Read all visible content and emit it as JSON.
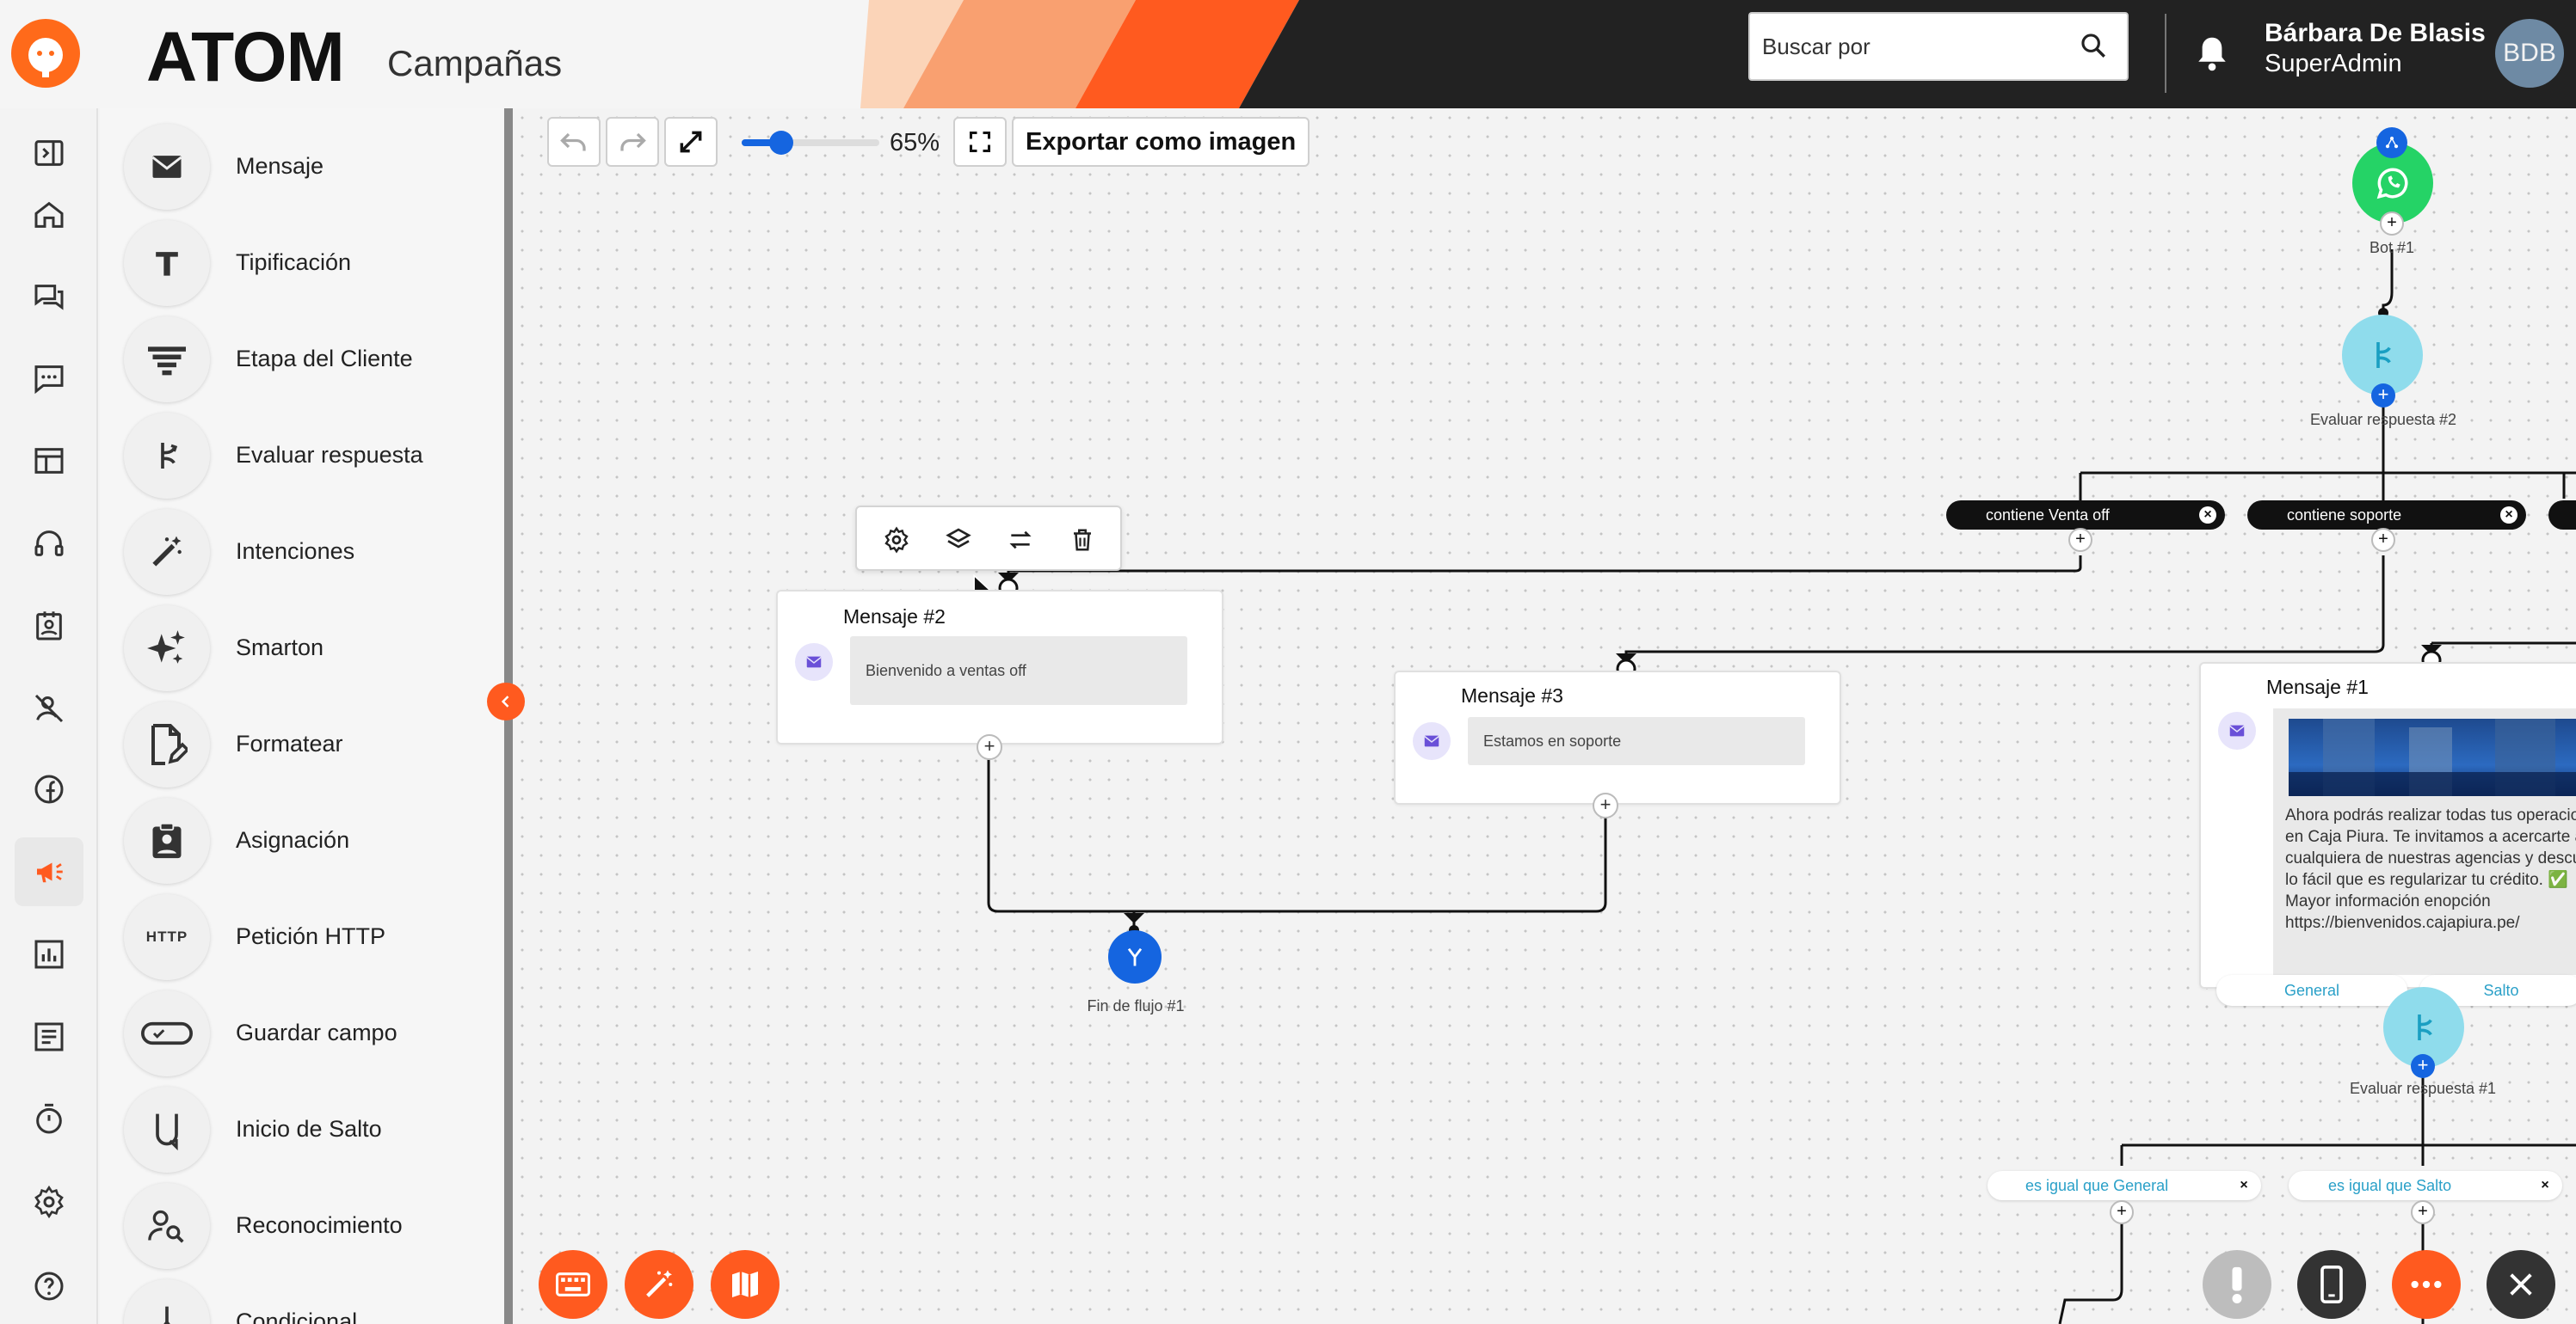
{
  "header": {
    "brand": "ATOM",
    "title": "Campañas",
    "search_placeholder": "Buscar por",
    "user_name": "Bárbara De Blasis",
    "user_role": "SuperAdmin",
    "avatar_initials": "BDB"
  },
  "nav": {
    "icons": [
      "sidebar-toggle-icon",
      "home-icon",
      "chat-icon",
      "message-dots-icon",
      "table-icon",
      "headset-icon",
      "contact-card-icon",
      "user-off-icon",
      "facebook-icon",
      "megaphone-icon",
      "bar-chart-icon",
      "form-list-icon",
      "timer-icon",
      "gear-icon",
      "help-icon"
    ],
    "active_color": "#ff5a1f"
  },
  "palette": {
    "items": [
      {
        "label": "Mensaje",
        "icon": "envelope-icon"
      },
      {
        "label": "Tipificación",
        "icon": "letter-t-icon"
      },
      {
        "label": "Etapa del Cliente",
        "icon": "funnel-icon"
      },
      {
        "label": "Evaluar respuesta",
        "icon": "branch-icon"
      },
      {
        "label": "Intenciones",
        "icon": "magic-wand-icon"
      },
      {
        "label": "Smarton",
        "icon": "sparkles-icon"
      },
      {
        "label": "Formatear",
        "icon": "document-edit-icon"
      },
      {
        "label": "Asignación",
        "icon": "clipboard-user-icon"
      },
      {
        "label": "Petición HTTP",
        "icon": "http-icon"
      },
      {
        "label": "Guardar campo",
        "icon": "toggle-field-icon"
      },
      {
        "label": "Inicio de Salto",
        "icon": "jump-icon"
      },
      {
        "label": "Reconocimiento",
        "icon": "user-search-icon"
      },
      {
        "label": "Condicional",
        "icon": "conditional-icon"
      }
    ]
  },
  "toolbar": {
    "zoom_percent": 65,
    "zoom_label": "65%",
    "export_label": "Exportar como imagen"
  },
  "flow": {
    "bot": {
      "label": "Bot #1"
    },
    "evaluar2": {
      "label": "Evaluar respuesta #2"
    },
    "cond_venta": "contiene Venta off",
    "cond_soporte": "contiene soporte",
    "mensaje2": {
      "title": "Mensaje #2",
      "text": "Bienvenido a ventas off"
    },
    "mensaje3": {
      "title": "Mensaje #3",
      "text": "Estamos en soporte"
    },
    "fin": {
      "label": "Fin de flujo #1"
    },
    "mensaje1": {
      "title": "Mensaje #1",
      "lines": [
        "Ahora podrás realizar todas tus operaciones",
        "en Caja Piura. Te invitamos a acercarte a",
        "cualquiera de nuestras agencias y descubre",
        "lo fácil que es regularizar tu crédito. ✅",
        "Mayor información enopción",
        "https://bienvenidos.cajapiura.pe/"
      ],
      "tab_general": "General",
      "tab_salto": "Salto"
    },
    "evaluar1": {
      "label": "Evaluar respuesta #1"
    },
    "cond_general": "es igual que General",
    "cond_salto": "es igual que Salto",
    "plus": "+",
    "close_x": "×"
  },
  "colors": {
    "accent": "#ff5a1f",
    "primary_blue": "#1565e0",
    "whatsapp_green": "#25d366",
    "evaluate_cyan": "#8fdcec"
  }
}
